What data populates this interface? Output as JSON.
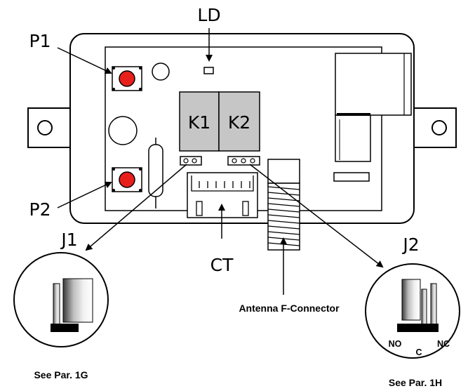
{
  "labels": {
    "ld": "LD",
    "p1": "P1",
    "p2": "P2",
    "k1": "K1",
    "k2": "K2",
    "j1": "J1",
    "j2": "J2",
    "ct": "CT",
    "antenna": "Antenna F-Connector",
    "see_1g": "See Par. 1G",
    "see_1h": "See Par. 1H",
    "no": "NO",
    "c": "C",
    "nc": "NC"
  },
  "colors": {
    "button_red": "#e8201c",
    "relay_gray": "#c6c6c6",
    "line": "#000000"
  }
}
